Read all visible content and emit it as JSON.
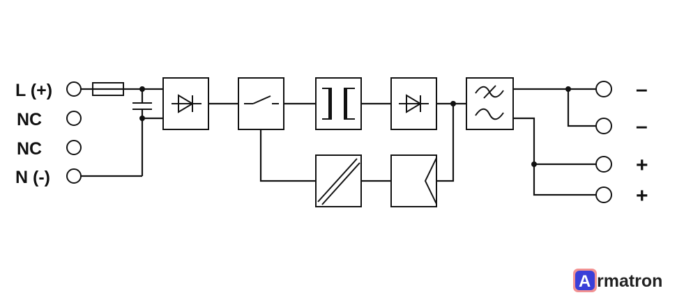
{
  "terminals_in": [
    {
      "label": "L (+)"
    },
    {
      "label": "NC"
    },
    {
      "label": "NC"
    },
    {
      "label": "N (-)"
    }
  ],
  "terminals_out": [
    {
      "sign": "–"
    },
    {
      "sign": "–"
    },
    {
      "sign": "+"
    },
    {
      "sign": "+"
    }
  ],
  "logo": {
    "initial": "A",
    "rest": "rmatron",
    "colors": {
      "badge": "#3a3fd8",
      "glow": "#e83a3a",
      "text": "#222222"
    }
  }
}
